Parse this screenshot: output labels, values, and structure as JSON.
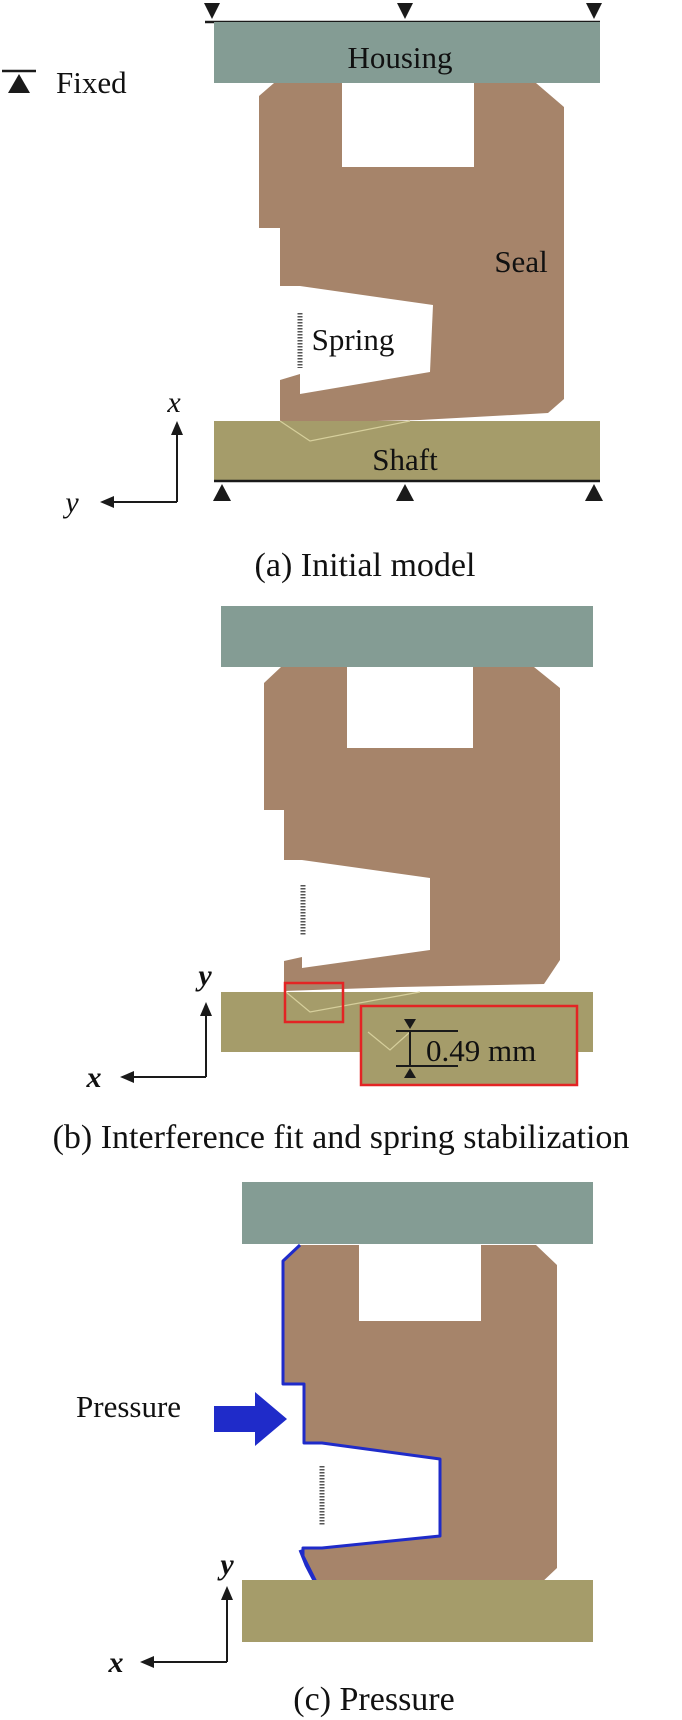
{
  "legend": {
    "fixed_label": "Fixed"
  },
  "panels": {
    "a": {
      "caption": "(a) Initial model",
      "housing_label": "Housing",
      "seal_label": "Seal",
      "spring_label": "Spring",
      "shaft_label": "Shaft",
      "axis_vertical": "x",
      "axis_horizontal": "y"
    },
    "b": {
      "caption": "(b) Interference fit and spring stabilization",
      "axis_vertical": "y",
      "axis_horizontal": "x",
      "interference_label": "0.49 mm"
    },
    "c": {
      "caption": "(c) Pressure",
      "pressure_label": "Pressure",
      "axis_vertical": "y",
      "axis_horizontal": "x"
    }
  },
  "colors": {
    "housing": "#849c94",
    "seal": "#a6846a",
    "shaft": "#a59c6a",
    "highlight": "#e32424",
    "pressure": "#1f2bc9",
    "outline": "#1a1a1a"
  }
}
